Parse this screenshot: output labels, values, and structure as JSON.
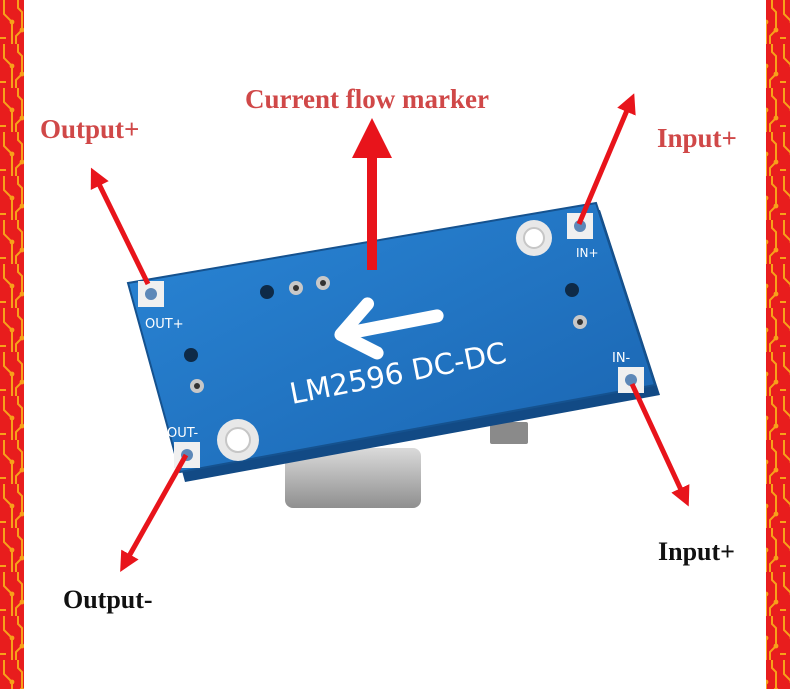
{
  "colors": {
    "frame": "#e81d1d",
    "trace": "#f7a11a",
    "board": "#1f74c4",
    "board_dark": "#17599c",
    "silkscreen": "#ffffff",
    "arrow": "#e8141b",
    "label_red": "#d04848",
    "label_black": "#111111"
  },
  "labels": {
    "current_flow": "Current flow marker",
    "output_plus": "Output+",
    "input_plus_top": "Input+",
    "input_plus_bottom": "Input+",
    "output_minus": "Output-"
  },
  "board": {
    "title": "LM2596 DC-DC",
    "pin_out_plus": "OUT+",
    "pin_out_minus": "OUT-",
    "pin_in_plus": "IN+",
    "pin_in_minus": "IN-"
  }
}
